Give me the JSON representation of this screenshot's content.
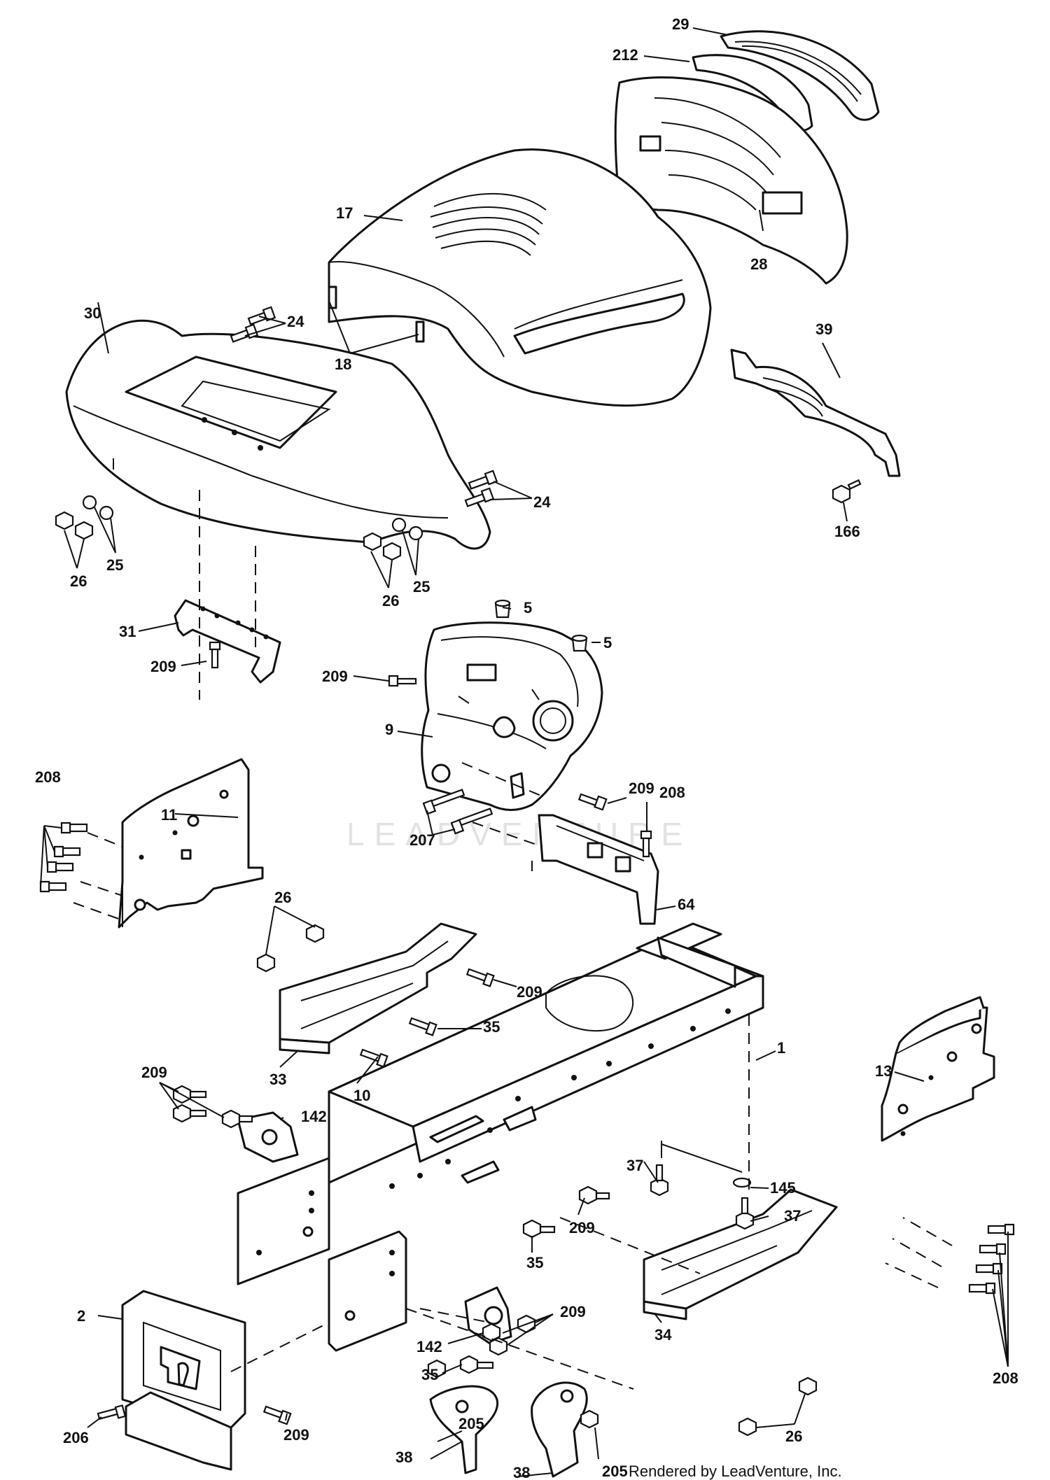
{
  "watermark": "LEADVENTURE",
  "credit": "Rendered by LeadVenture, Inc.",
  "callouts": {
    "c29": "29",
    "c212": "212",
    "c17": "17",
    "c28": "28",
    "c18": "18",
    "c30": "30",
    "c24a": "24",
    "c24b": "24",
    "c39": "39",
    "c166": "166",
    "c25a": "25",
    "c26a": "26",
    "c25b": "25",
    "c26b": "26",
    "c31": "31",
    "c209a": "209",
    "c5a": "5",
    "c5b": "5",
    "c209b": "209",
    "c9": "9",
    "c209c": "209",
    "c208a": "208",
    "c11": "11",
    "c208b": "208",
    "c207": "207",
    "c64": "64",
    "c26c": "26",
    "c209d": "209",
    "c35a": "35",
    "c33": "33",
    "c10": "10",
    "c1": "1",
    "c13": "13",
    "c209e": "209",
    "c142a": "142",
    "c37a": "37",
    "c145": "145",
    "c37b": "37",
    "c209f": "209",
    "c35b": "35",
    "c209g": "209",
    "c142b": "142",
    "c2": "2",
    "c35c": "35",
    "c208c": "208",
    "c34": "34",
    "c26d": "26",
    "c206": "206",
    "c209h": "209",
    "c205a": "205",
    "c38a": "38",
    "c38b": "38",
    "c205b": "205"
  }
}
